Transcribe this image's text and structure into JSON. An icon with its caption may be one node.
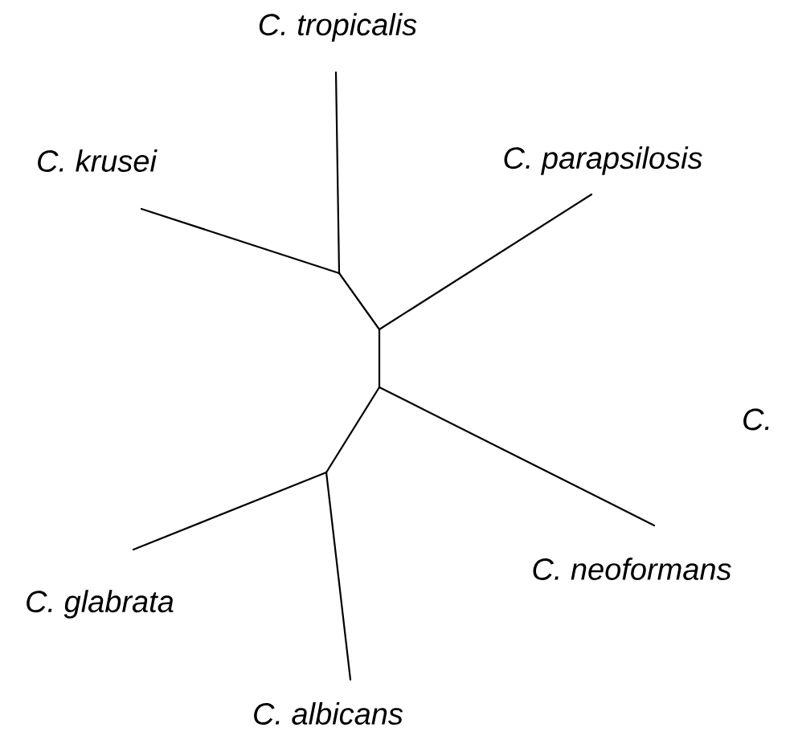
{
  "diagram": {
    "nodes": [
      {
        "text": [
          "C. tropicalis"
        ]
      },
      {
        "text": [
          "C. krusei"
        ]
      },
      {
        "text": [
          "C. parapsilosis"
        ]
      },
      {
        "text": [],
        "shape": "point"
      },
      {
        "text": [],
        "shape": "point"
      },
      {
        "text": [],
        "shape": "point"
      },
      {
        "text": [
          "C. neoformans"
        ]
      },
      {
        "text": [],
        "shape": "point"
      },
      {
        "text": [
          "C. glabrata"
        ]
      },
      {
        "text": [
          "C. albicans"
        ]
      }
    ],
    "edges": [
      {
        "from": 0,
        "to": 3,
        "arrow": "none"
      },
      {
        "from": 1,
        "to": 3,
        "arrow": "none"
      },
      {
        "from": 3,
        "to": 4,
        "arrow": "none"
      },
      {
        "from": 2,
        "to": 4,
        "arrow": "none"
      },
      {
        "from": 4,
        "to": 5,
        "arrow": "none"
      },
      {
        "from": 6,
        "to": 5,
        "arrow": "none"
      },
      {
        "from": 5,
        "to": 7,
        "arrow": "none"
      },
      {
        "from": 8,
        "to": 7,
        "arrow": "none"
      },
      {
        "from": 9,
        "to": 7,
        "arrow": "none"
      }
    ],
    "labels": [
      "C."
    ]
  }
}
